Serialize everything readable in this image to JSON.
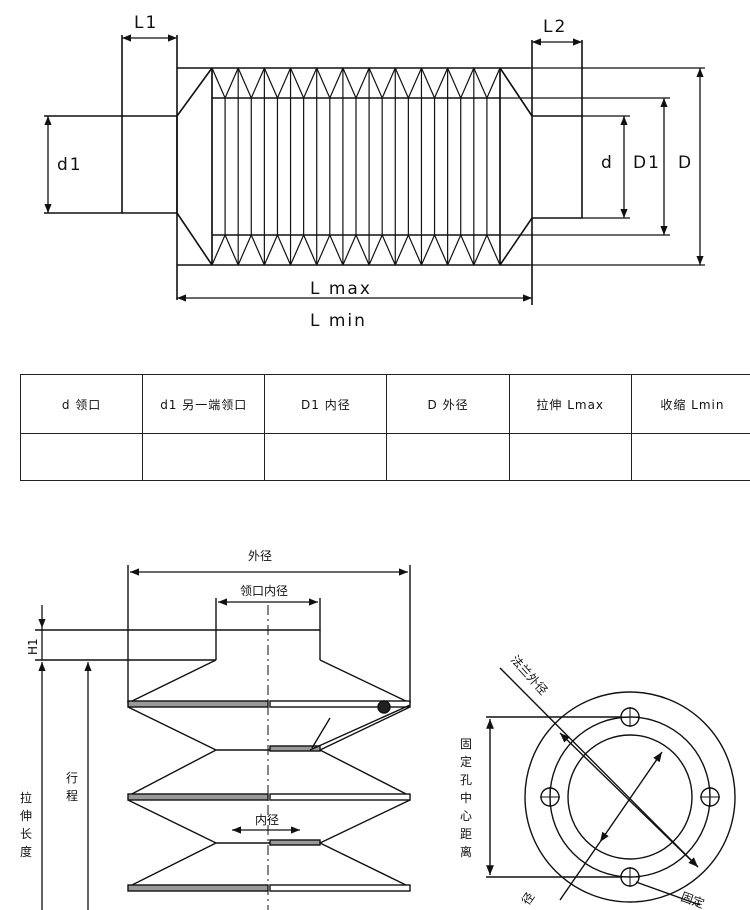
{
  "top_diagram": {
    "labels": {
      "L1": "L1",
      "L2": "L2",
      "d1": "d1",
      "d": "d",
      "D1": "D1",
      "D": "D",
      "Lmax": "L max",
      "Lmin": "L min"
    }
  },
  "spec_table": {
    "headers": [
      "d 领口",
      "d1 另一端领口",
      "D1 内径",
      "D 外径",
      "拉伸 Lmax",
      "收缩 Lmin"
    ],
    "rows": [
      [
        "",
        "",
        "",
        "",
        "",
        ""
      ]
    ]
  },
  "bottom_left_diagram": {
    "labels": {
      "outer_diameter": "外径",
      "collar_inner_diameter": "领口内径",
      "inner_diameter": "内径",
      "H1": "H1",
      "stroke": [
        "行",
        "程"
      ],
      "stretch_length": [
        "拉",
        "伸",
        "长",
        "度"
      ]
    }
  },
  "flange_diagram": {
    "labels": {
      "flange_outer_diameter": "法兰外径",
      "hole_center_distance": [
        "固",
        "定",
        "孔",
        "中",
        "心",
        "距",
        "离"
      ],
      "partial_bottom_left": "径",
      "partial_bottom_right": "固定"
    }
  }
}
